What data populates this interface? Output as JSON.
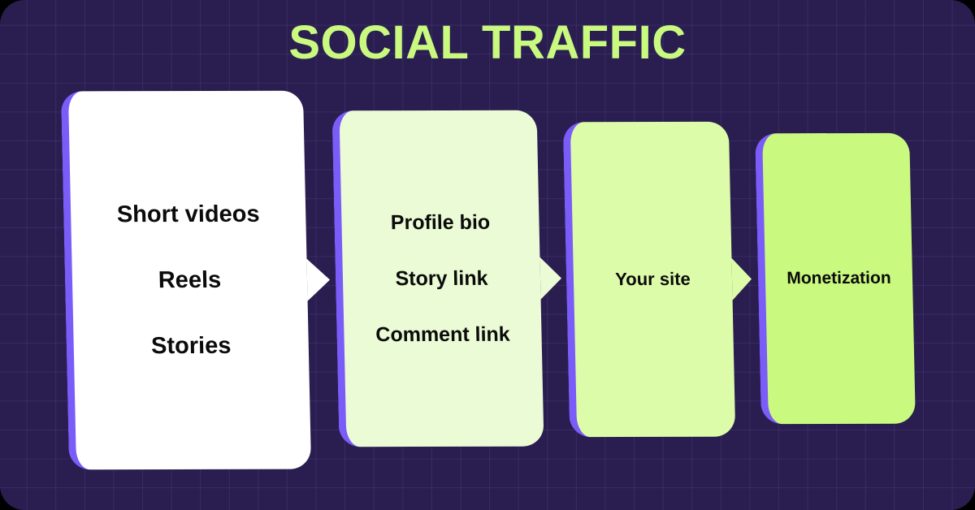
{
  "theme": {
    "background_color": "#2a1d50",
    "accent_purple": "#7a5cf8",
    "title_green": "#c9f97e",
    "text_color": "#0b0b0b"
  },
  "header": {
    "title": "SOCIAL TRAFFIC"
  },
  "flow": {
    "steps": [
      {
        "id": "step-1",
        "card_color": "#ffffff",
        "has_arrow": true,
        "lines": [
          "Short videos",
          "Reels",
          "Stories"
        ]
      },
      {
        "id": "step-2",
        "card_color": "#eafbd5",
        "has_arrow": true,
        "lines": [
          "Profile bio",
          "Story link",
          "Comment link"
        ]
      },
      {
        "id": "step-3",
        "card_color": "#ddfca9",
        "has_arrow": true,
        "lines": [
          "Your site"
        ]
      },
      {
        "id": "step-4",
        "card_color": "#caf97f",
        "has_arrow": false,
        "lines": [
          "Monetization"
        ]
      }
    ]
  }
}
